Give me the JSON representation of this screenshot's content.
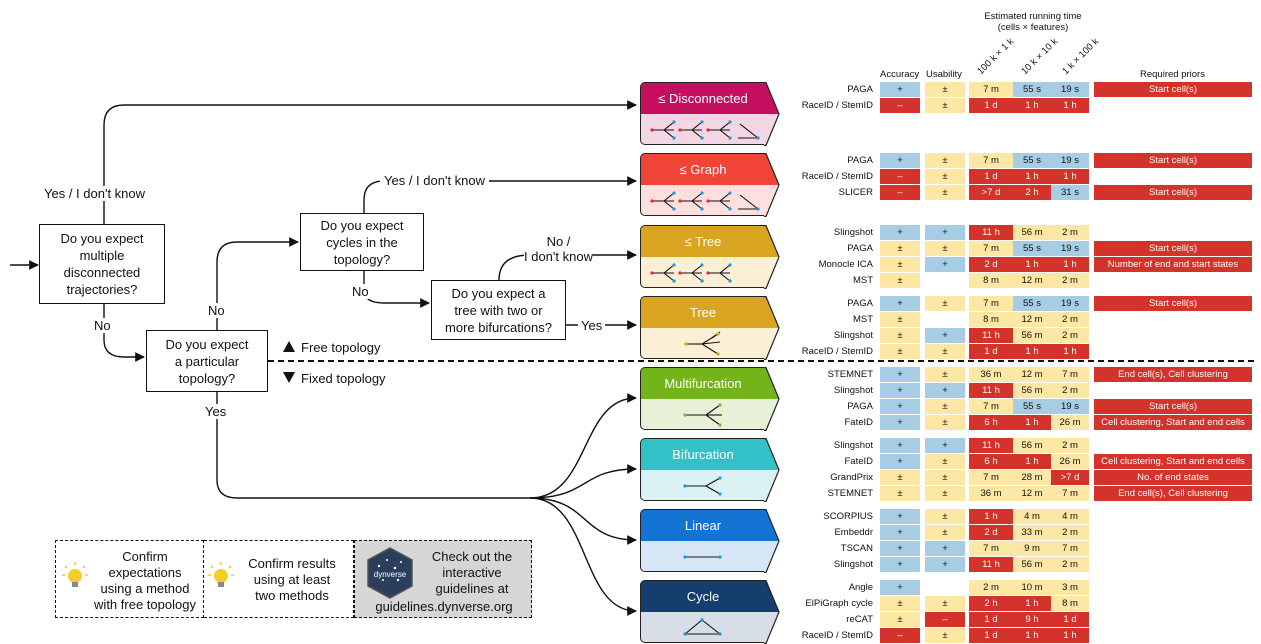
{
  "colors": {
    "blue": "#a6cde3",
    "yellow": "#fde7a4",
    "red": "#d3332b"
  },
  "flow": {
    "q1": "Do you expect\nmultiple\ndisconnected\ntrajectories?",
    "q2": "Do you expect\na particular\ntopology?",
    "q3": "Do you expect\ncycles in the\ntopology?",
    "q4": "Do you expect a\ntree with two or\nmore bifurcations?",
    "yes_dont_know_1": "Yes / I don't know",
    "yes_dont_know_2": "Yes / I don't know",
    "no_1": "No",
    "no_2": "No",
    "no_3": "No",
    "no_dont_know": "No /\nI don't know",
    "yes_1": "Yes",
    "yes_2": "Yes",
    "free_topology": "Free topology",
    "fixed_topology": "Fixed topology"
  },
  "header": {
    "running_time": "Estimated running time\n(cells × features)",
    "accuracy": "Accuracy",
    "usability": "Usability",
    "col1": "100 k × 1 k",
    "col2": "10 k × 10 k",
    "col3": "1 k × 100 k",
    "priors": "Required priors"
  },
  "categories": [
    {
      "label": "≤ Disconnected",
      "color": "#c4105f",
      "light": "#f2d6e4"
    },
    {
      "label": "≤ Graph",
      "color": "#f04438",
      "light": "#fde0dd"
    },
    {
      "label": "≤ Tree",
      "color": "#d9a520",
      "light": "#fbf0d5"
    },
    {
      "label": "Tree",
      "color": "#d9a520",
      "light": "#fbf0d5"
    },
    {
      "label": "Multifurcation",
      "color": "#73b41a",
      "light": "#e6f1d8"
    },
    {
      "label": "Bifurcation",
      "color": "#33c1c8",
      "light": "#daf2f3"
    },
    {
      "label": "Linear",
      "color": "#1273d2",
      "light": "#d6e6f6"
    },
    {
      "label": "Cycle",
      "color": "#153e6e",
      "light": "#d7dee8"
    }
  ],
  "groups": [
    {
      "rows": [
        {
          "method": "PAGA",
          "acc": "+",
          "use": "±",
          "t1": "7 m",
          "t2": "55 s",
          "t3": "19 s",
          "prior": "Start cell(s)"
        },
        {
          "method": "RaceID / StemID",
          "acc": "–",
          "use": "±",
          "t1": "1 d",
          "t2": "1 h",
          "t3": "1 h",
          "prior": ""
        }
      ]
    },
    {
      "rows": [
        {
          "method": "PAGA",
          "acc": "+",
          "use": "±",
          "t1": "7 m",
          "t2": "55 s",
          "t3": "19 s",
          "prior": "Start cell(s)"
        },
        {
          "method": "RaceID / StemID",
          "acc": "–",
          "use": "±",
          "t1": "1 d",
          "t2": "1 h",
          "t3": "1 h",
          "prior": ""
        },
        {
          "method": "SLICER",
          "acc": "–",
          "use": "±",
          "t1": ">7 d",
          "t2": "2 h",
          "t3": "31 s",
          "prior": "Start cell(s)"
        }
      ]
    },
    {
      "rows": [
        {
          "method": "Slingshot",
          "acc": "+",
          "use": "+",
          "t1": "11 h",
          "t2": "56 m",
          "t3": "2 m",
          "prior": ""
        },
        {
          "method": "PAGA",
          "acc": "±",
          "use": "±",
          "t1": "7 m",
          "t2": "55 s",
          "t3": "19 s",
          "prior": "Start cell(s)"
        },
        {
          "method": "Monocle ICA",
          "acc": "±",
          "use": "+",
          "t1": "2 d",
          "t2": "1 h",
          "t3": "1 h",
          "prior": "Number of end and start states"
        },
        {
          "method": "MST",
          "acc": "±",
          "use": "",
          "t1": "8 m",
          "t2": "12 m",
          "t3": "2 m",
          "prior": ""
        }
      ]
    },
    {
      "rows": [
        {
          "method": "PAGA",
          "acc": "+",
          "use": "±",
          "t1": "7 m",
          "t2": "55 s",
          "t3": "19 s",
          "prior": "Start cell(s)"
        },
        {
          "method": "MST",
          "acc": "±",
          "use": "",
          "t1": "8 m",
          "t2": "12 m",
          "t3": "2 m",
          "prior": ""
        },
        {
          "method": "Slingshot",
          "acc": "±",
          "use": "+",
          "t1": "11 h",
          "t2": "56 m",
          "t3": "2 m",
          "prior": ""
        },
        {
          "method": "RaceID / StemID",
          "acc": "±",
          "use": "±",
          "t1": "1 d",
          "t2": "1 h",
          "t3": "1 h",
          "prior": ""
        }
      ]
    },
    {
      "rows": [
        {
          "method": "STEMNET",
          "acc": "+",
          "use": "±",
          "t1": "36 m",
          "t2": "12 m",
          "t3": "7 m",
          "prior": "End cell(s), Cell clustering"
        },
        {
          "method": "Slingshot",
          "acc": "+",
          "use": "+",
          "t1": "11 h",
          "t2": "56 m",
          "t3": "2 m",
          "prior": ""
        },
        {
          "method": "PAGA",
          "acc": "+",
          "use": "±",
          "t1": "7 m",
          "t2": "55 s",
          "t3": "19 s",
          "prior": "Start cell(s)"
        },
        {
          "method": "FateID",
          "acc": "+",
          "use": "±",
          "t1": "6 h",
          "t2": "1 h",
          "t3": "26 m",
          "prior": "Cell clustering, Start and end cells"
        }
      ]
    },
    {
      "rows": [
        {
          "method": "Slingshot",
          "acc": "+",
          "use": "+",
          "t1": "11 h",
          "t2": "56 m",
          "t3": "2 m",
          "prior": ""
        },
        {
          "method": "FateID",
          "acc": "+",
          "use": "±",
          "t1": "6 h",
          "t2": "1 h",
          "t3": "26 m",
          "prior": "Cell clustering, Start and end cells"
        },
        {
          "method": "GrandPrix",
          "acc": "±",
          "use": "±",
          "t1": "7 m",
          "t2": "28 m",
          "t3": ">7 d",
          "prior": "No. of end states"
        },
        {
          "method": "STEMNET",
          "acc": "±",
          "use": "±",
          "t1": "36 m",
          "t2": "12 m",
          "t3": "7 m",
          "prior": "End cell(s), Cell clustering"
        }
      ]
    },
    {
      "rows": [
        {
          "method": "SCORPIUS",
          "acc": "+",
          "use": "±",
          "t1": "1 h",
          "t2": "4 m",
          "t3": "4 m",
          "prior": ""
        },
        {
          "method": "Embeddr",
          "acc": "+",
          "use": "±",
          "t1": "2 d",
          "t2": "33 m",
          "t3": "2 m",
          "prior": ""
        },
        {
          "method": "TSCAN",
          "acc": "+",
          "use": "+",
          "t1": "7 m",
          "t2": "9 m",
          "t3": "7 m",
          "prior": ""
        },
        {
          "method": "Slingshot",
          "acc": "+",
          "use": "+",
          "t1": "11 h",
          "t2": "56 m",
          "t3": "2 m",
          "prior": ""
        }
      ]
    },
    {
      "rows": [
        {
          "method": "Angle",
          "acc": "+",
          "use": "",
          "t1": "2 m",
          "t2": "10 m",
          "t3": "3 m",
          "prior": ""
        },
        {
          "method": "ElPiGraph cycle",
          "acc": "±",
          "use": "±",
          "t1": "2 h",
          "t2": "1 h",
          "t3": "8 m",
          "prior": ""
        },
        {
          "method": "reCAT",
          "acc": "±",
          "use": "–",
          "t1": "1 d",
          "t2": "9 h",
          "t3": "1 d",
          "prior": ""
        },
        {
          "method": "RaceID / StemID",
          "acc": "–",
          "use": "±",
          "t1": "1 d",
          "t2": "1 h",
          "t3": "1 h",
          "prior": ""
        }
      ]
    }
  ],
  "legend": {
    "box1": "Confirm\nexpectations\nusing a method\nwith free topology",
    "box2": "Confirm results\nusing at least\ntwo methods",
    "box3": "Check out the\ninteractive\nguidelines at",
    "url": "guidelines.dynverse.org",
    "logo": "dynverse"
  }
}
